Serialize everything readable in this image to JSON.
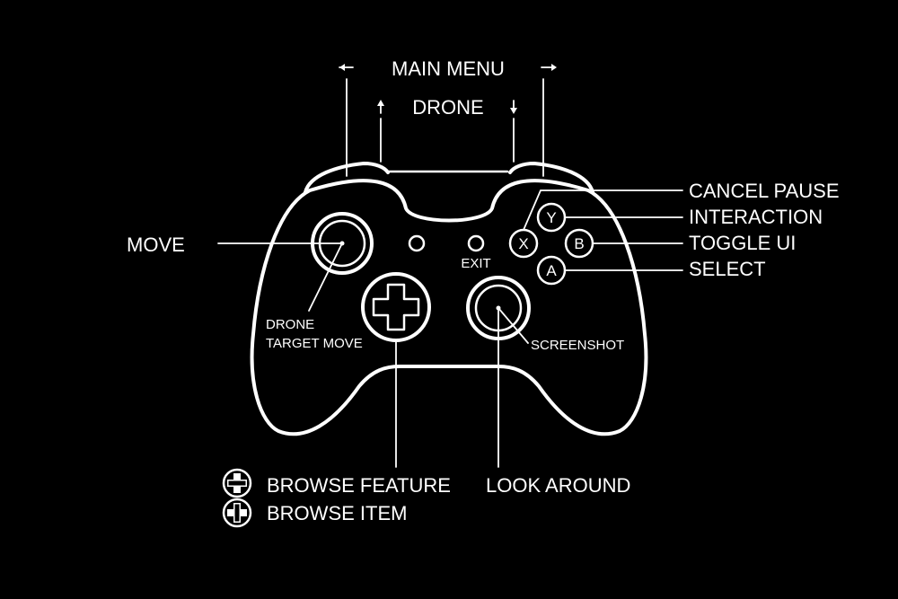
{
  "labels": {
    "main_menu": "MAIN MENU",
    "drone": "DRONE",
    "cancel_pause": "CANCEL PAUSE",
    "interaction": "INTERACTION",
    "toggle_ui": "TOGGLE UI",
    "select": "SELECT",
    "move": "MOVE",
    "drone_target_line1": "DRONE",
    "drone_target_line2": "TARGET MOVE",
    "exit": "EXIT",
    "screenshot": "SCREENSHOT",
    "browse_feature": "BROWSE FEATURE",
    "browse_item": "BROWSE ITEM",
    "look_around": "LOOK AROUND"
  },
  "buttons": {
    "x": "X",
    "y": "Y",
    "a": "A",
    "b": "B"
  },
  "colors": {
    "background": "#000000",
    "foreground": "#ffffff"
  }
}
